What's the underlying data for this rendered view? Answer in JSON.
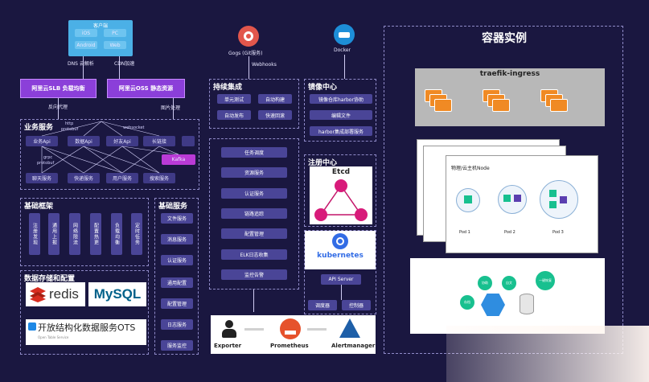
{
  "client": {
    "title": "客户端",
    "items": [
      "iOS",
      "PC",
      "Android",
      "Web"
    ]
  },
  "dns_label": "DNS 云解析",
  "cdn_label": "CDN加速",
  "slb": "阿里云SLB 负载均衡",
  "oss": "阿里云OSS 静态资源",
  "proxy_label": "反向代理",
  "image_label": "图片处理",
  "biz": {
    "title": "业务服务",
    "protocols": [
      "http",
      "protobuf",
      "websocket"
    ],
    "grpc": "grpc",
    "protobuf2": "protobuf",
    "row1": [
      "业务Api",
      "数据Api",
      "好友Api",
      "长链接"
    ],
    "kafka": "Kafka",
    "row2": [
      "聊天服务",
      "快递服务",
      "用户服务",
      "搜索服务"
    ]
  },
  "base_fw": {
    "title": "基础框架",
    "items": [
      "注册发现",
      "通用上报",
      "网络限流",
      "配置热更",
      "负载均衡",
      "定时任务"
    ]
  },
  "storage": {
    "title": "数据存储和配置",
    "redis": "redis",
    "mysql": "MySQL",
    "ots": "开放结构化数据服务OTS",
    "ots_sub": "Open Table Service"
  },
  "base_svc": {
    "title": "基础服务",
    "items": [
      "文件服务",
      "消息服务",
      "认证服务",
      "通用配置",
      "配置管理",
      "日志服务",
      "服务监控"
    ]
  },
  "gogs": {
    "label": "Gogs (Git服务)",
    "webhooks": "Webhooks"
  },
  "docker": "Docker",
  "ci": {
    "title": "持续集成",
    "items": [
      "单元测试",
      "自动构建",
      "自动发布",
      "快速回滚"
    ]
  },
  "mirror": {
    "title": "镜像中心",
    "items": [
      "镜像仓库harbor协助",
      "编辑文件",
      "harbor集成部署服务"
    ]
  },
  "ops": {
    "items": [
      "任务调度",
      "资源服务",
      "认证服务",
      "链路追踪",
      "配置管理",
      "ELK日志收集",
      "监控告警"
    ]
  },
  "registry": {
    "title": "注册中心",
    "etcd": "Etcd"
  },
  "k8s": {
    "title": "kubernetes",
    "api": "API Server",
    "sched": "调度器",
    "ctrl": "控制器"
  },
  "monitor": {
    "exporter": "Exporter",
    "prometheus": "Prometheus",
    "alertmanager": "Alertmanager"
  },
  "container": {
    "title": "容器实例",
    "ingress": "traefik-ingress",
    "node_title": "物理/云主机Node",
    "pods": [
      "Pod 1",
      "Pod 2",
      "Pod 3"
    ],
    "bubbles": [
      "协助",
      "自文",
      "一键恢复",
      "存档"
    ]
  },
  "colors": {
    "bg": "#1a1740",
    "box": "#3f3a86",
    "accent": "#9b59f0",
    "kafka": "#b93ad6",
    "pink": "#d81b7a",
    "orange": "#f08a24",
    "green": "#18c08f",
    "blue": "#2f8de0"
  }
}
